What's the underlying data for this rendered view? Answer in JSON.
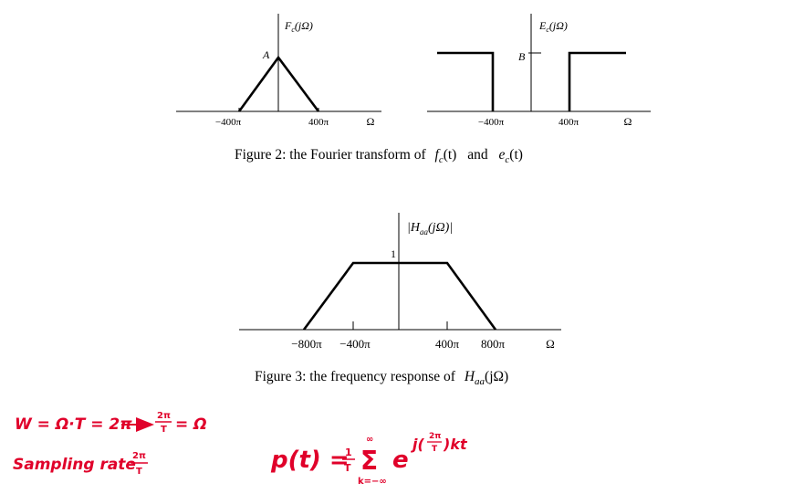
{
  "fig_fc": {
    "ylabel": "F_c(jΩ)",
    "peak_label": "A",
    "ticks": [
      "−400π",
      "400π"
    ],
    "xlabel": "Ω"
  },
  "fig_ec": {
    "ylabel": "E_c(jΩ)",
    "level_label": "B",
    "ticks": [
      "−400π",
      "400π"
    ],
    "xlabel": "Ω"
  },
  "caption2": {
    "text": "Figure 2: the Fourier transform of",
    "fc": "f",
    "fc_sub": "c",
    "fc_arg": "(t)",
    "and": "and",
    "ec": "e",
    "ec_sub": "c",
    "ec_arg": "(t)"
  },
  "fig_haa": {
    "ylabel": "|H_aa(jΩ)|",
    "level_label": "1",
    "ticks": [
      "−800π",
      "−400π",
      "400π",
      "800π"
    ],
    "xlabel": "Ω"
  },
  "caption3": {
    "text": "Figure 3: the frequency response of",
    "h": "H",
    "h_sub": "aa",
    "h_arg": "(jΩ)"
  },
  "notes": {
    "line1": "W = Ω·T = 2π ⟶ 2π/T = Ω",
    "line2": "Sampling rate 2π/T",
    "line3": "p(t) = 1/T Σ_{k=−∞}^{∞} e^{j(2π/T)kt}",
    "ink_color": "#e0002a"
  }
}
